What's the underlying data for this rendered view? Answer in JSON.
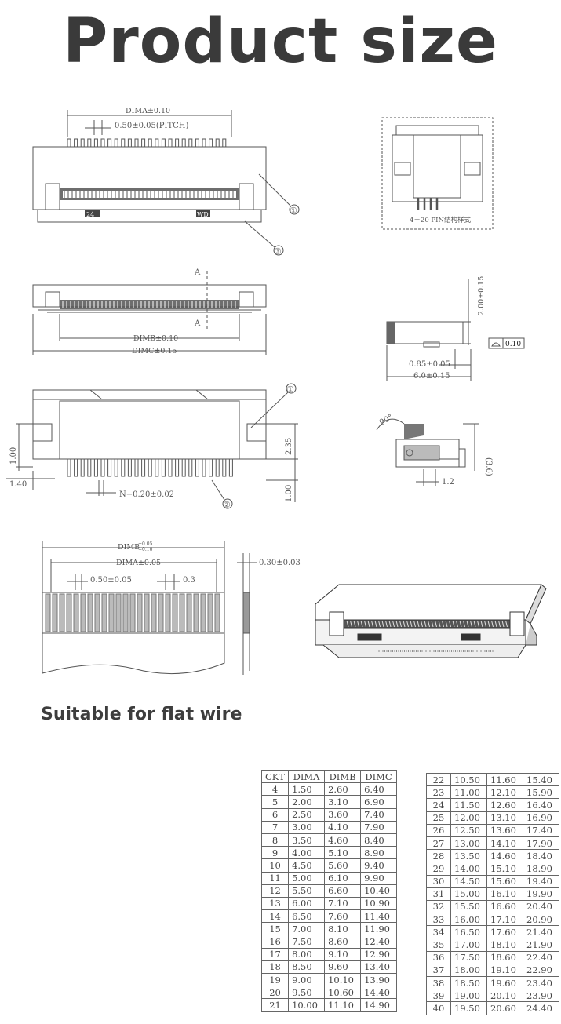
{
  "title": "Product size",
  "subtitle": "Suitable for flat wire",
  "drawings": {
    "top_view": {
      "dima": "DIMA±0.10",
      "pitch": "0.50±0.05(PITCH)",
      "marking_left": "24",
      "marking_right": "WD",
      "callout_1": "①",
      "callout_3": "③"
    },
    "side_inset": {
      "caption": "4－20 PIN结构样式"
    },
    "front_view": {
      "section_a_top": "A",
      "section_a_bottom": "A",
      "dimb": "DIMB±0.10",
      "dimc": "DIMC±0.15"
    },
    "profile_view": {
      "height": "2.00±0.15",
      "flatness": "0.10",
      "depth_a": "0.85±0.05",
      "depth_b": "6.0±0.15"
    },
    "bottom_view": {
      "dim_100_left": "1.00",
      "dim_140": "1.40",
      "dim_235": "2.35",
      "dim_100_right": "1.00",
      "pin_width": "N−0.20±0.02",
      "callout_1": "①",
      "callout_2": "②"
    },
    "actuator_view": {
      "angle": "90°",
      "height": "(3.6)",
      "offset": "1.2"
    },
    "cable_view": {
      "dimb": "DIMB",
      "dimb_tol_upper": "+0.05",
      "dimb_tol_lower": "−0.10",
      "dima": "DIMA±0.05",
      "pitch": "0.50±0.05",
      "width": "0.3",
      "thickness": "0.30±0.03"
    }
  },
  "table_left": {
    "headers": [
      "CKT",
      "DIMA",
      "DIMB",
      "DIMC"
    ],
    "rows": [
      [
        "4",
        "1.50",
        "2.60",
        "6.40"
      ],
      [
        "5",
        "2.00",
        "3.10",
        "6.90"
      ],
      [
        "6",
        "2.50",
        "3.60",
        "7.40"
      ],
      [
        "7",
        "3.00",
        "4.10",
        "7.90"
      ],
      [
        "8",
        "3.50",
        "4.60",
        "8.40"
      ],
      [
        "9",
        "4.00",
        "5.10",
        "8.90"
      ],
      [
        "10",
        "4.50",
        "5.60",
        "9.40"
      ],
      [
        "11",
        "5.00",
        "6.10",
        "9.90"
      ],
      [
        "12",
        "5.50",
        "6.60",
        "10.40"
      ],
      [
        "13",
        "6.00",
        "7.10",
        "10.90"
      ],
      [
        "14",
        "6.50",
        "7.60",
        "11.40"
      ],
      [
        "15",
        "7.00",
        "8.10",
        "11.90"
      ],
      [
        "16",
        "7.50",
        "8.60",
        "12.40"
      ],
      [
        "17",
        "8.00",
        "9.10",
        "12.90"
      ],
      [
        "18",
        "8.50",
        "9.60",
        "13.40"
      ],
      [
        "19",
        "9.00",
        "10.10",
        "13.90"
      ],
      [
        "20",
        "9.50",
        "10.60",
        "14.40"
      ],
      [
        "21",
        "10.00",
        "11.10",
        "14.90"
      ]
    ]
  },
  "table_right": {
    "rows": [
      [
        "22",
        "10.50",
        "11.60",
        "15.40"
      ],
      [
        "23",
        "11.00",
        "12.10",
        "15.90"
      ],
      [
        "24",
        "11.50",
        "12.60",
        "16.40"
      ],
      [
        "25",
        "12.00",
        "13.10",
        "16.90"
      ],
      [
        "26",
        "12.50",
        "13.60",
        "17.40"
      ],
      [
        "27",
        "13.00",
        "14.10",
        "17.90"
      ],
      [
        "28",
        "13.50",
        "14.60",
        "18.40"
      ],
      [
        "29",
        "14.00",
        "15.10",
        "18.90"
      ],
      [
        "30",
        "14.50",
        "15.60",
        "19.40"
      ],
      [
        "31",
        "15.00",
        "16.10",
        "19.90"
      ],
      [
        "32",
        "15.50",
        "16.60",
        "20.40"
      ],
      [
        "33",
        "16.00",
        "17.10",
        "20.90"
      ],
      [
        "34",
        "16.50",
        "17.60",
        "21.40"
      ],
      [
        "35",
        "17.00",
        "18.10",
        "21.90"
      ],
      [
        "36",
        "17.50",
        "18.60",
        "22.40"
      ],
      [
        "37",
        "18.00",
        "19.10",
        "22.90"
      ],
      [
        "38",
        "18.50",
        "19.60",
        "23.40"
      ],
      [
        "39",
        "19.00",
        "20.10",
        "23.90"
      ],
      [
        "40",
        "19.50",
        "20.60",
        "24.40"
      ]
    ]
  }
}
